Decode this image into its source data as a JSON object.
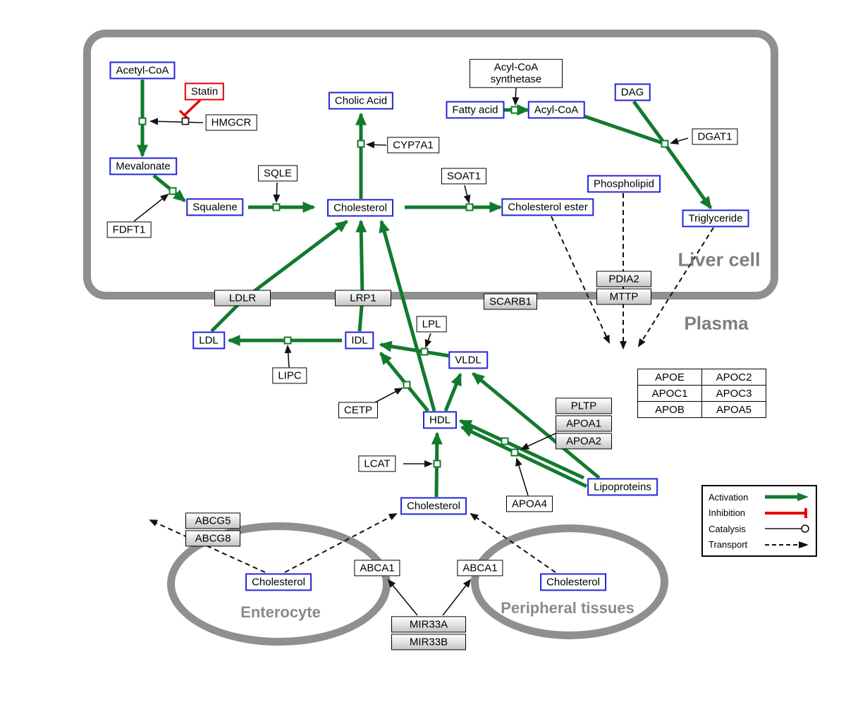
{
  "diagram": {
    "compartments": {
      "liver": "Liver cell",
      "plasma": "Plasma",
      "enterocyte": "Enterocyte",
      "peripheral": "Peripheral tissues"
    },
    "nodes": {
      "acetyl_coa": "Acetyl-CoA",
      "statin": "Statin",
      "hmgcr": "HMGCR",
      "mevalonate": "Mevalonate",
      "fdft1": "FDFT1",
      "squalene": "Squalene",
      "sqle": "SQLE",
      "cholesterol_liver": "Cholesterol",
      "cholic_acid": "Cholic Acid",
      "cyp7a1": "CYP7A1",
      "soat1": "SOAT1",
      "cholesterol_ester": "Cholesterol ester",
      "acyl_coa_synthetase": "Acyl-CoA synthetase",
      "fatty_acid": "Fatty acid",
      "acyl_coa": "Acyl-CoA",
      "dag": "DAG",
      "dgat1": "DGAT1",
      "phospholipid": "Phospholipid",
      "triglyceride": "Triglyceride",
      "pdia2": "PDIA2",
      "mttp": "MTTP",
      "ldlr": "LDLR",
      "lrp1": "LRP1",
      "scarb1": "SCARB1",
      "ldl": "LDL",
      "idl": "IDL",
      "lipc": "LIPC",
      "lpl": "LPL",
      "vldl": "VLDL",
      "cetp": "CETP",
      "hdl": "HDL",
      "lcat": "LCAT",
      "pltp": "PLTP",
      "apoa1": "APOA1",
      "apoa2": "APOA2",
      "apoa4": "APOA4",
      "lipoproteins": "Lipoproteins",
      "cholesterol_plasma": "Cholesterol",
      "abcg5": "ABCG5",
      "abcg8": "ABCG8",
      "cholesterol_enterocyte": "Cholesterol",
      "abca1_enterocyte": "ABCA1",
      "abca1_peripheral": "ABCA1",
      "cholesterol_peripheral": "Cholesterol",
      "mir33a": "MIR33A",
      "mir33b": "MIR33B"
    },
    "apo_table": [
      [
        "APOE",
        "APOC2"
      ],
      [
        "APOC1",
        "APOC3"
      ],
      [
        "APOB",
        "APOA5"
      ]
    ],
    "legend": {
      "items": [
        "Activation",
        "Inhibition",
        "Catalysis",
        "Transport"
      ]
    },
    "colors": {
      "activation": "#117a2e",
      "inhibition": "#e60000",
      "metabolite_border": "#2525d8",
      "membrane": "#8f8f8f"
    }
  }
}
